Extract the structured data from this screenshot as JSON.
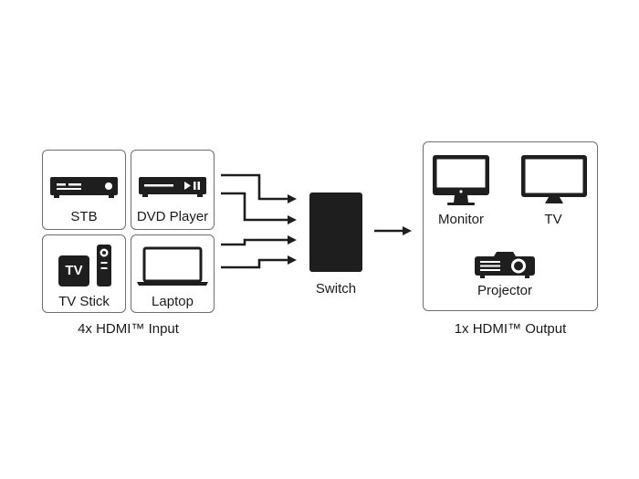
{
  "inputs": {
    "stb": "STB",
    "dvd": "DVD Player",
    "tvstick": "TV Stick",
    "tvstick_badge": "TV",
    "laptop": "Laptop",
    "caption": "4x HDMI™ Input"
  },
  "switch": {
    "label": "Switch"
  },
  "outputs": {
    "monitor": "Monitor",
    "tv": "TV",
    "projector": "Projector",
    "caption": "1x HDMI™ Output"
  },
  "colors": {
    "icon": "#1e1e1e",
    "border": "#6e6e6e",
    "switch": "#1e1e1e"
  }
}
